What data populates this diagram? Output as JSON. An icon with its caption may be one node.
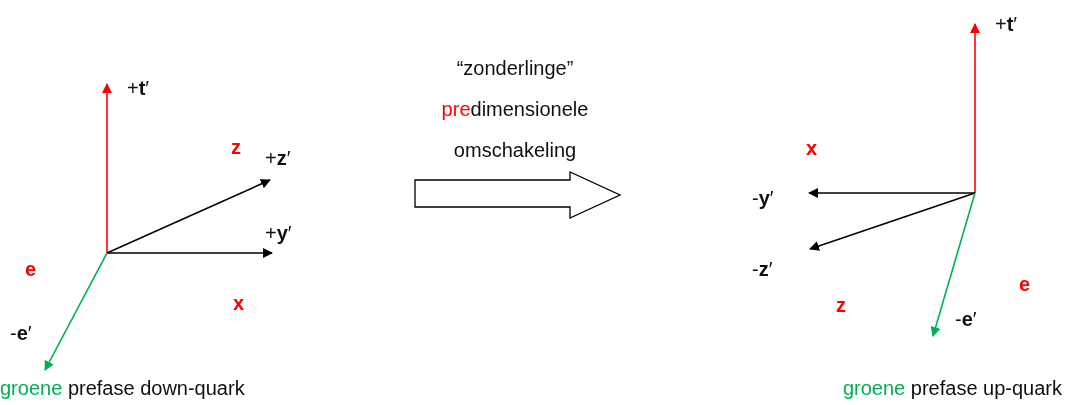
{
  "diagram": {
    "labels": [
      "+**t**′",
      "z",
      "+**z**′",
      "+**y**′",
      "e",
      "x",
      "-**e**′",
      "groene",
      "prefase down-quark",
      "“zonderlinge”",
      "pre",
      "dimensionele",
      "omschakeling",
      "+**t**′",
      "x",
      "-**y**′",
      "-**z**′",
      "e",
      "z",
      "-**e**′",
      "groene",
      "prefase up-quark"
    ]
  }
}
